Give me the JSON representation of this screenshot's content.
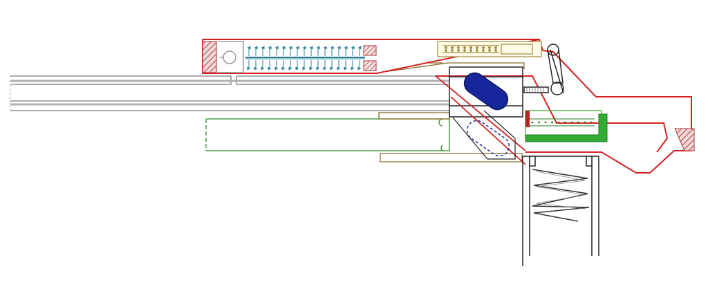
{
  "diagram": {
    "kind": "firearm-mechanism-cross-section",
    "labels": [],
    "colors": {
      "slide_outline": "#d42020",
      "hatching": "#b23a3a",
      "barrel": "#7a7a7a",
      "spring_arrows": "#2a7f9a",
      "cylinder_outline": "#2a8a2a",
      "green_spring_unit": "#33aa33",
      "olive_parts": "#9b8a3a",
      "brown_lines": "#8a6a2a",
      "cartridge_fill": "#17269a",
      "magazine_spring": "#333333"
    },
    "components": [
      "barrel",
      "slide-frame",
      "recoil-spring",
      "cylinder",
      "bolt",
      "cartridge",
      "magazine",
      "magazine-spring",
      "hammer",
      "grip"
    ]
  }
}
